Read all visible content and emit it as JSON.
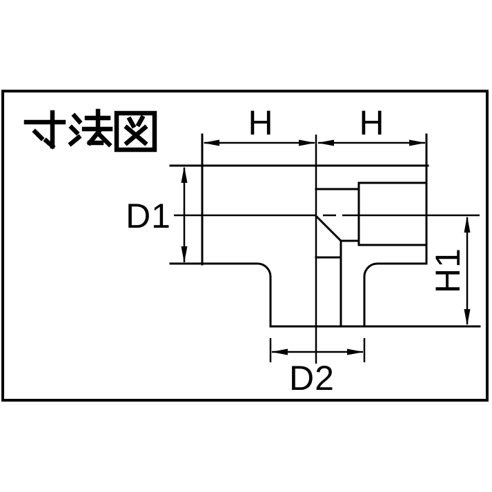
{
  "title": {
    "text": "寸法図"
  },
  "drawing": {
    "kind": "dimension-diagram",
    "subject": "tee-pipe-fitting",
    "labels": {
      "h_left": "H",
      "h_right": "H",
      "d1": "D1",
      "h1": "H1",
      "d2": "D2"
    },
    "colors": {
      "line": "#000000",
      "frame": "#000000",
      "background": "#ffffff"
    }
  }
}
